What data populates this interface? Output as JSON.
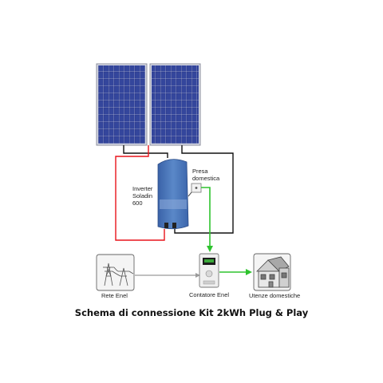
{
  "labels": {
    "inverter_line1": "Inverter",
    "inverter_line2": "Soladin",
    "inverter_line3": "600",
    "presa_line1": "Presa",
    "presa_line2": "domestica",
    "rete": "Rete Enel",
    "contatore": "Contatore Enel",
    "utenze": "Utenze domestiche"
  },
  "title": "Schema di connessione Kit 2kWh Plug & Play",
  "colors": {
    "dc_positive": "#e8131b",
    "dc_negative": "#111111",
    "ac_output": "#2ec32e",
    "grid_line": "#9a9a9a",
    "panel_cell": "#2b3a8c",
    "inverter_body": "#4a74b8"
  },
  "icons": {
    "panels": "solar-panel-icon",
    "inverter": "inverter-icon",
    "socket": "wall-socket-icon",
    "pylon": "power-pylon-icon",
    "meter": "electric-meter-icon",
    "house": "house-icon"
  }
}
